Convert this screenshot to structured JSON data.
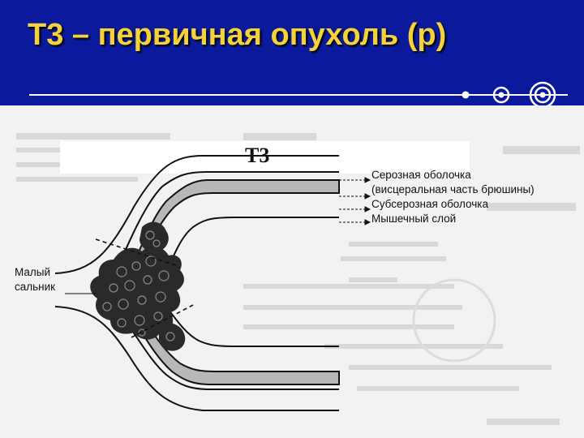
{
  "slide": {
    "title": "Т3 – первичная опухоль (p)"
  },
  "diagram": {
    "stage_label": "T3",
    "layer_labels": [
      "Серозная оболочка",
      "(висцеральная часть брюшины)",
      "Субсерозная оболочка",
      "Мышечный слой"
    ],
    "omentum_label_line1": "Малый",
    "omentum_label_line2": "сальник"
  },
  "colors": {
    "header_bg": "#0b1a9c",
    "title_text": "#f4d33a",
    "content_bg": "#f2f2f2",
    "tumor": "#2a2a2a",
    "muscle_band": "#b8b8b8"
  }
}
